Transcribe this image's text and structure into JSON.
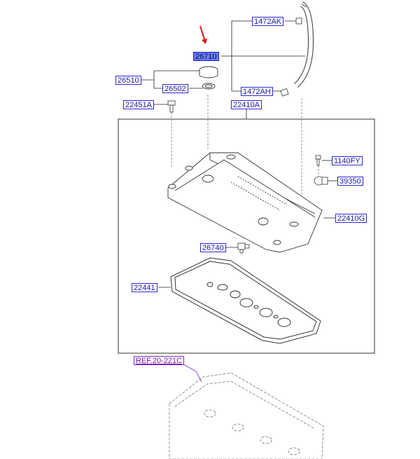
{
  "diagram": {
    "parts": {
      "p26710": "26710",
      "p1472AK": "1472AK",
      "p26510": "26510",
      "p26502": "26502",
      "p1472AH": "1472AH",
      "p22451A": "22451A",
      "p22410A": "22410A",
      "p1140FY": "1140FY",
      "p39350": "39350",
      "p22410G": "22410G",
      "p26740": "26740",
      "p22441": "22441",
      "ref": "REF.20-221C"
    },
    "colors": {
      "highlight": "#6a7ff0",
      "label_text": "#1a1aa0",
      "arrow": "#e01818",
      "ref_text": "#7a1aa0"
    }
  }
}
